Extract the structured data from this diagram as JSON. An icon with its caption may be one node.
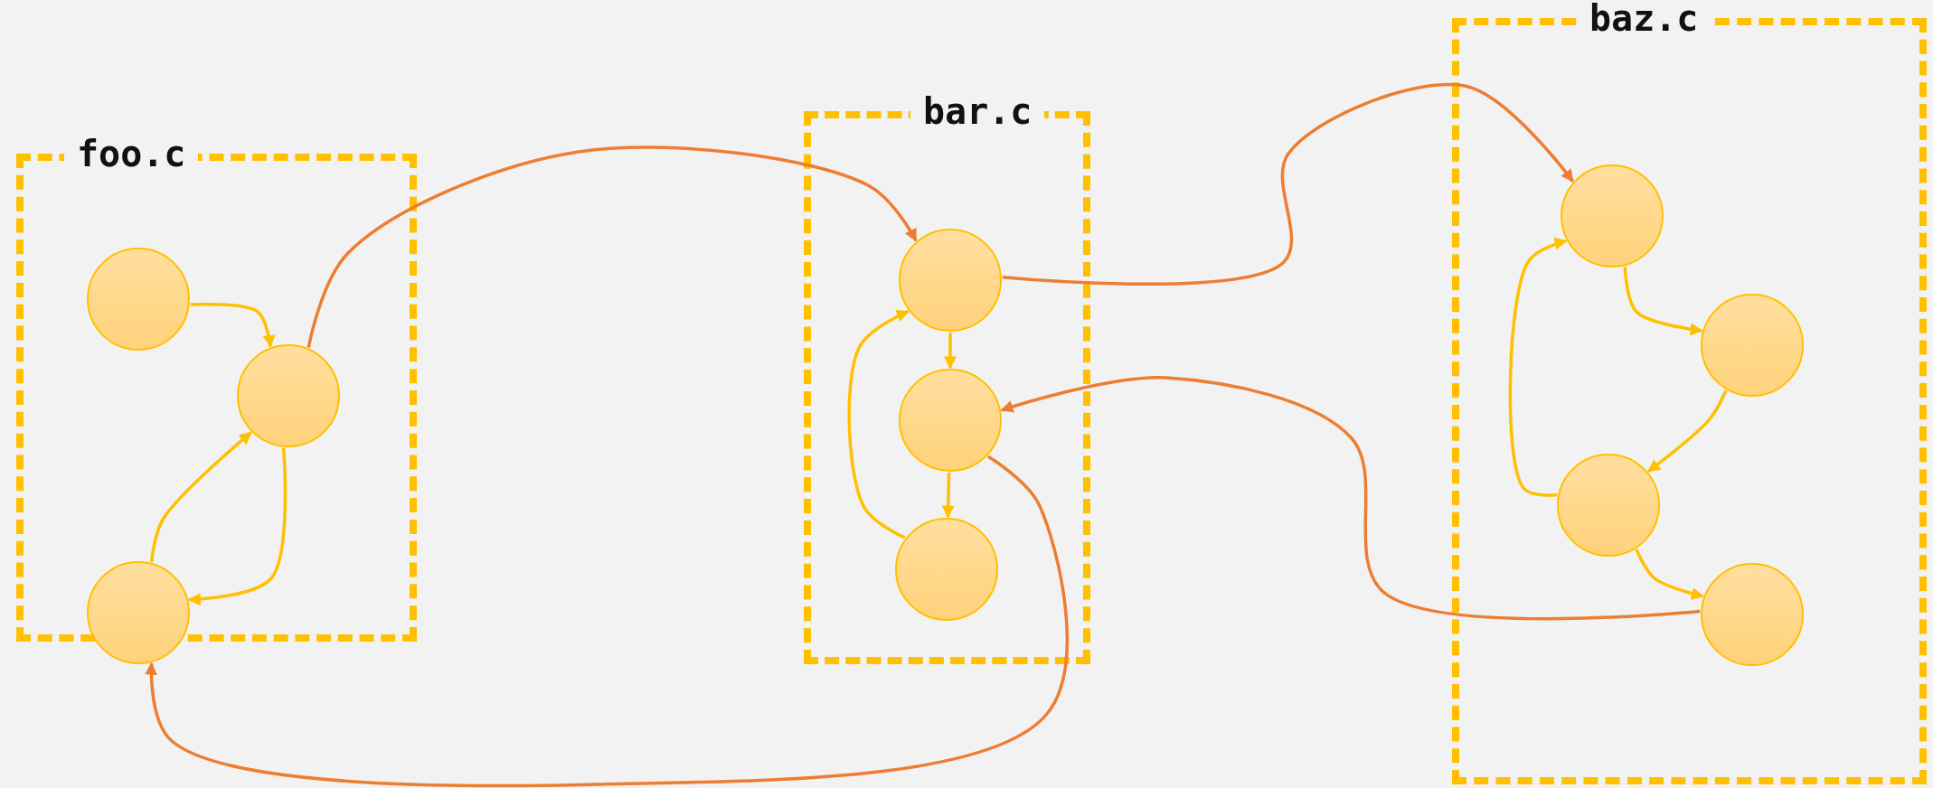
{
  "diagram": {
    "nodes": [
      {
        "text": [
          "foo.c"
        ]
      },
      {
        "text": [],
        "shape": "circle",
        "in": 0
      },
      {
        "text": [],
        "shape": "circle",
        "in": 0
      },
      {
        "text": [],
        "shape": "circle",
        "in": 0
      },
      {
        "text": [
          "bar.c"
        ]
      },
      {
        "text": [],
        "shape": "circle",
        "in": 4
      },
      {
        "text": [],
        "shape": "circle",
        "in": 4
      },
      {
        "text": [],
        "shape": "circle",
        "in": 4
      },
      {
        "text": [
          "baz.c"
        ]
      },
      {
        "text": [],
        "shape": "circle",
        "in": 8
      },
      {
        "text": [],
        "shape": "circle",
        "in": 8
      },
      {
        "text": [],
        "shape": "circle",
        "in": 8
      },
      {
        "text": [],
        "shape": "circle",
        "in": 8
      }
    ],
    "edges": [
      {
        "from": 1,
        "to": 2,
        "arrow": "to"
      },
      {
        "from": 2,
        "to": 3,
        "arrow": "to"
      },
      {
        "from": 3,
        "to": 2,
        "arrow": "to"
      },
      {
        "from": 5,
        "to": 6,
        "arrow": "to"
      },
      {
        "from": 6,
        "to": 7,
        "arrow": "to"
      },
      {
        "from": 7,
        "to": 5,
        "arrow": "to"
      },
      {
        "from": 9,
        "to": 10,
        "arrow": "to"
      },
      {
        "from": 10,
        "to": 11,
        "arrow": "to"
      },
      {
        "from": 11,
        "to": 12,
        "arrow": "to"
      },
      {
        "from": 11,
        "to": 9,
        "arrow": "to"
      },
      {
        "from": 2,
        "to": 5,
        "arrow": "to",
        "color": "#ed7d31"
      },
      {
        "from": 5,
        "to": 9,
        "arrow": "to",
        "color": "#ed7d31"
      },
      {
        "from": 12,
        "to": 6,
        "arrow": "to",
        "color": "#ed7d31"
      },
      {
        "from": 6,
        "to": 3,
        "arrow": "to",
        "color": "#ed7d31"
      }
    ]
  }
}
